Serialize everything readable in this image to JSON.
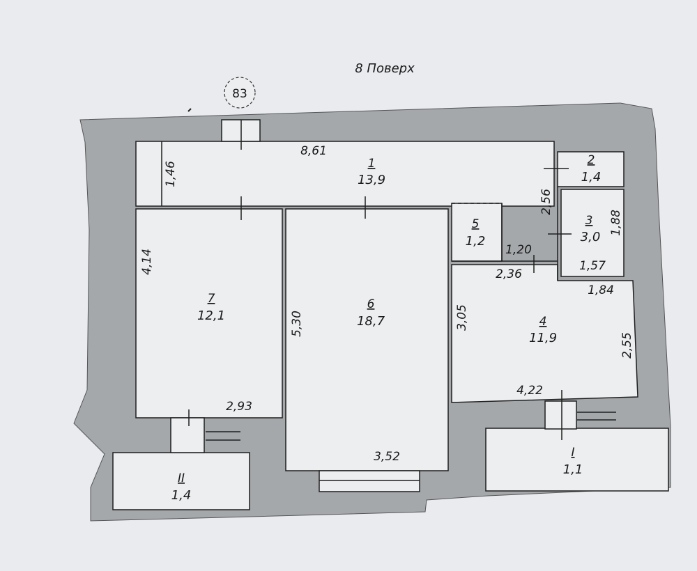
{
  "floor_label": "8 Поверх",
  "axis_marker": "83",
  "rooms": [
    {
      "id": "r1",
      "number": "1",
      "area": "13,9"
    },
    {
      "id": "r2",
      "number": "2",
      "area": "1,4"
    },
    {
      "id": "r3",
      "number": "3",
      "area": "3,0"
    },
    {
      "id": "r4",
      "number": "4",
      "area": "11,9"
    },
    {
      "id": "r5",
      "number": "5",
      "area": "1,2"
    },
    {
      "id": "r6",
      "number": "6",
      "area": "18,7"
    },
    {
      "id": "r7",
      "number": "7",
      "area": "12,1"
    },
    {
      "id": "rI",
      "number": "I",
      "area": "1,1"
    },
    {
      "id": "rII",
      "number": "II",
      "area": "1,4"
    }
  ],
  "dimensions": {
    "d_861": "8,61",
    "d_146": "1,46",
    "d_256": "2,56",
    "d_188": "1,88",
    "d_120": "1,20",
    "d_236": "2,36",
    "d_157": "1,57",
    "d_184": "1,84",
    "d_414": "4,14",
    "d_530": "5,30",
    "d_305": "3,05",
    "d_255": "2,55",
    "d_293": "2,93",
    "d_422": "4,22",
    "d_352": "3,52"
  },
  "colors": {
    "paper": "#e9ebee",
    "wall": "#a2a5a8",
    "line": "#1f1f1f"
  }
}
